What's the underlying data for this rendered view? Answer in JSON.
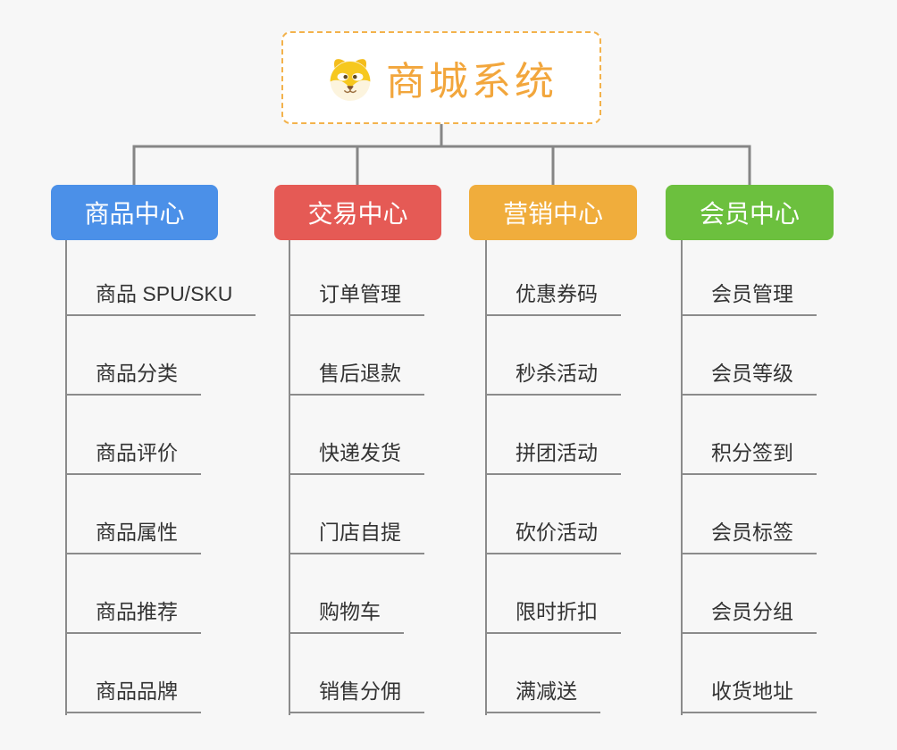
{
  "root": {
    "title": "商城系统",
    "icon": "dog-face-icon",
    "accent_color": "#f2a63c",
    "border_color": "#f3b24c"
  },
  "connector_color": "#868686",
  "line_color": "#8b8b8b",
  "columns": [
    {
      "label": "商品中心",
      "color": "#4b90e8",
      "items": [
        "商品 SPU/SKU",
        "商品分类",
        "商品评价",
        "商品属性",
        "商品推荐",
        "商品品牌"
      ]
    },
    {
      "label": "交易中心",
      "color": "#e55a55",
      "items": [
        "订单管理",
        "售后退款",
        "快递发货",
        "门店自提",
        "购物车",
        "销售分佣"
      ]
    },
    {
      "label": "营销中心",
      "color": "#f0ad3c",
      "items": [
        "优惠券码",
        "秒杀活动",
        "拼团活动",
        "砍价活动",
        "限时折扣",
        "满减送"
      ]
    },
    {
      "label": "会员中心",
      "color": "#6cc03e",
      "items": [
        "会员管理",
        "会员等级",
        "积分签到",
        "会员标签",
        "会员分组",
        "收货地址"
      ]
    }
  ]
}
